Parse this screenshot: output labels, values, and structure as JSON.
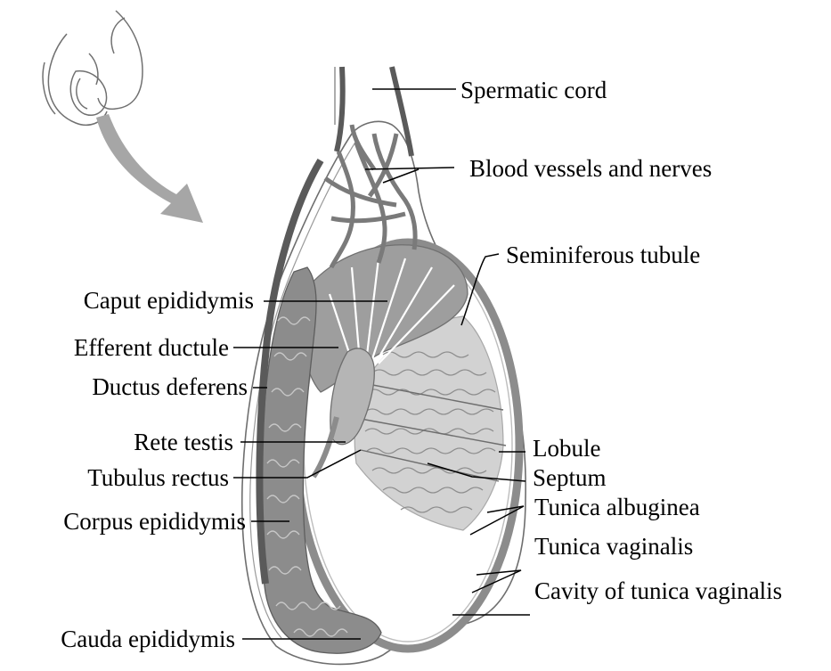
{
  "diagram": {
    "labels": {
      "spermatic_cord": "Spermatic cord",
      "blood_vessels": "Blood vessels and nerves",
      "seminiferous_tubule": "Seminiferous tubule",
      "caput": "Caput epididymis",
      "efferent": "Efferent ductule",
      "ductus": "Ductus deferens",
      "rete": "Rete testis",
      "tubulus": "Tubulus rectus",
      "corpus": "Corpus epididymis",
      "cauda": "Cauda epididymis",
      "lobule": "Lobule",
      "septum": "Septum",
      "albuginea": "Tunica albuginea",
      "vaginalis": "Tunica vaginalis",
      "cavity": "Cavity of tunica vaginalis"
    },
    "colors": {
      "line": "#000000",
      "tissue": "#8c8c8c",
      "tissue_light": "#c4c4c4",
      "outline": "#6e6e6e",
      "arrow": "#a6a6a6"
    }
  }
}
